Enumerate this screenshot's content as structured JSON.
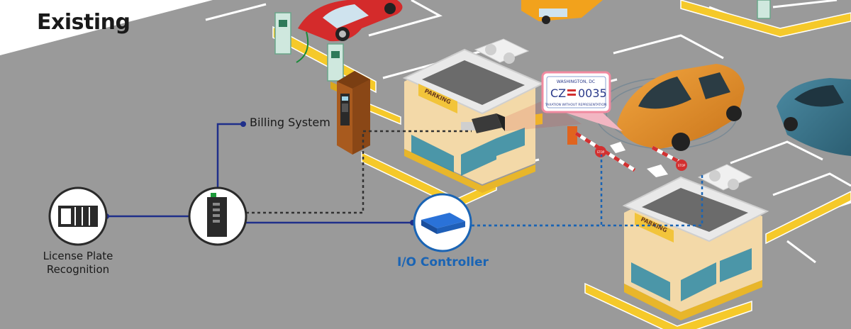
{
  "title": "Existing",
  "nodes": {
    "license_plate_recognition": "License Plate\nRecognition",
    "billing_system": "Billing System",
    "io_controller": "I/O Controller"
  },
  "plate": {
    "state": "WASHINGTON, DC",
    "number_prefix": "CZ",
    "number_suffix": "0035",
    "slogan": "TAXATION WITHOUT REPRESENTATION"
  },
  "booth_sign": "PARKING",
  "stop_sign": "STOP",
  "colors": {
    "solid_line": "#1f2f8a",
    "dotted_line_dark": "#333333",
    "dotted_line_blue": "#1a64b4",
    "io_accent": "#1a64b4",
    "curb_yellow": "#f5c92a",
    "asphalt": "#9a9a9a"
  },
  "icons": [
    "server-rack-icon",
    "ethernet-switch-icon",
    "io-controller-icon",
    "camera-icon",
    "payment-kiosk-icon",
    "gate-barrier-icon",
    "ev-charger-icon",
    "car-icon",
    "booth-icon"
  ]
}
